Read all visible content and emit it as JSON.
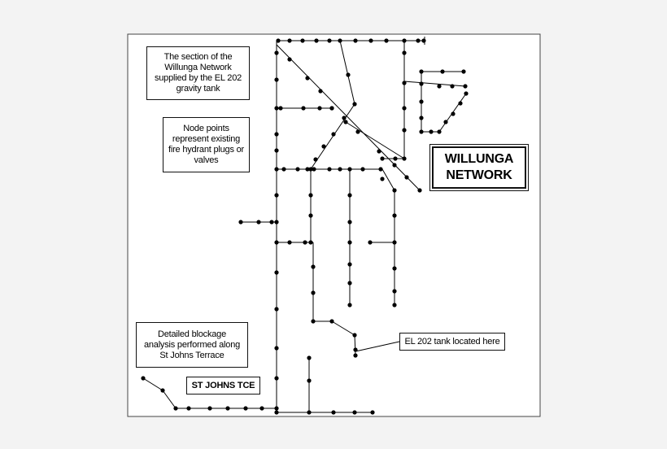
{
  "colors": {
    "background": "#f3f3f3",
    "map_frame": "#ffffff",
    "network": "#000000"
  },
  "labels": {
    "section_note": "The section of the\nWillunga Network\nsupplied by the EL 202\ngravity tank",
    "node_note": "Node points\nrepresent existing\nfire hydrant plugs or\nvalves",
    "title": "WILLUNGA\nNETWORK",
    "blockage_note": "Detailed blockage\nanalysis performed along\nSt Johns Terrace",
    "street": "ST JOHNS TCE",
    "tank_note": "EL 202 tank located here"
  }
}
